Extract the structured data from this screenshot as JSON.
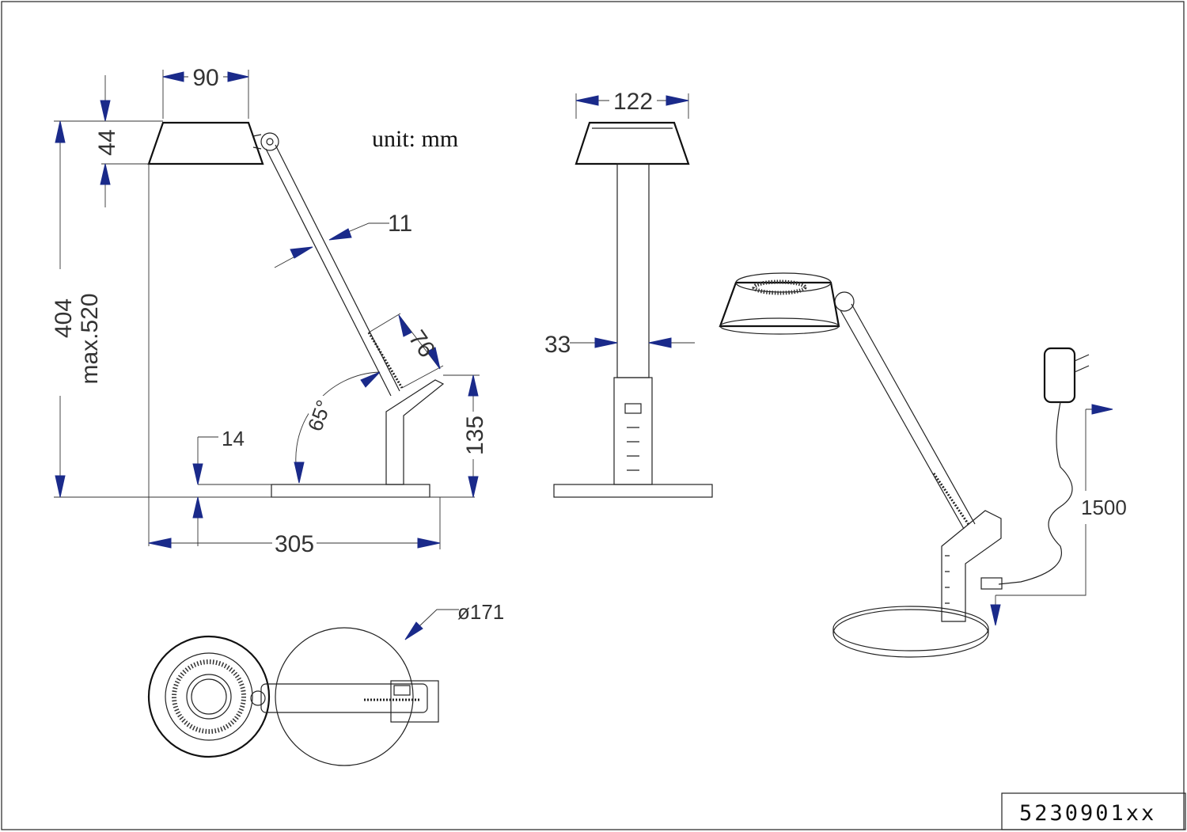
{
  "unit_label": "unit: mm",
  "product_code": "5230901xx",
  "side_view": {
    "head_width": "90",
    "head_height": "44",
    "total_height": "404",
    "max_height": "max.520",
    "arm_width": "11",
    "sensor_length": "76",
    "angle": "65°",
    "base_thickness": "14",
    "base_holder_height": "135",
    "total_depth": "305"
  },
  "front_view": {
    "head_width": "122",
    "pillar_width": "33"
  },
  "top_view": {
    "base_diameter": "ø171"
  },
  "perspective_view": {
    "cable_length": "1500"
  },
  "colors": {
    "arrow": "#1a2a8a",
    "line": "#222222"
  }
}
